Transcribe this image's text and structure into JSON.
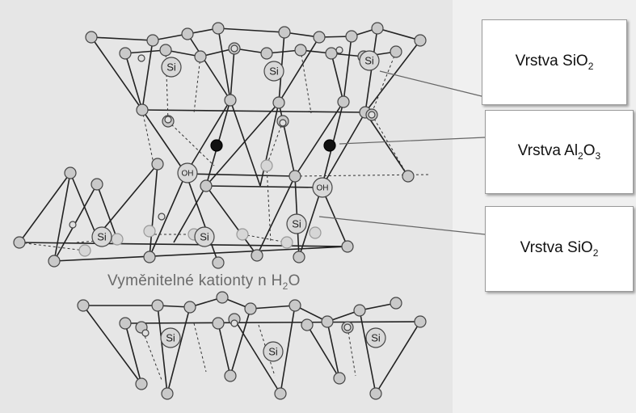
{
  "labels": [
    {
      "id": "top",
      "prefix": "Vrstva SiO",
      "sub1": "2",
      "mid": "",
      "sub2": ""
    },
    {
      "id": "middle",
      "prefix": "Vrstva Al",
      "sub1": "2",
      "mid": "O",
      "sub2": "3"
    },
    {
      "id": "bottom",
      "prefix": "Vrstva SiO",
      "sub1": "2",
      "mid": "",
      "sub2": ""
    }
  ],
  "exchange_label": {
    "text": "Vyměnitelné kationty n H",
    "sub": "2",
    "suffix": "O"
  },
  "atom_labels": {
    "si": "Si",
    "oh": "OH"
  },
  "colors": {
    "atom_fill": "#c9c9c9",
    "atom_stroke": "#444444",
    "bond": "#222222",
    "hydroxyl": "#d6d6d6",
    "cation": "#111111",
    "box_border": "#9a9a9a"
  }
}
